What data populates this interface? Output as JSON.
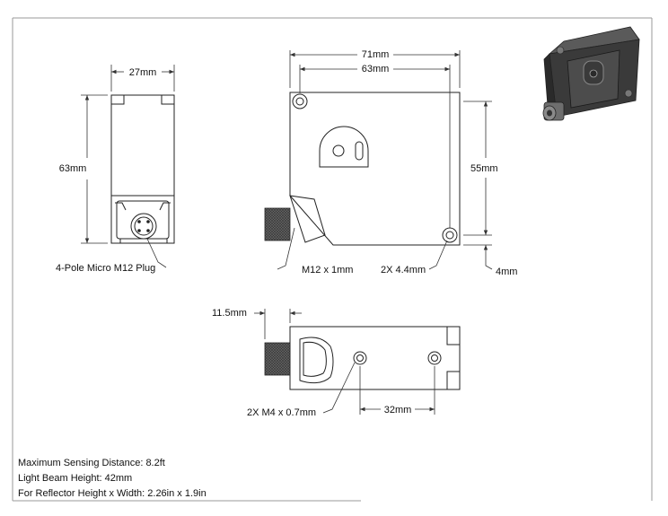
{
  "dimensions": {
    "side_width": "27mm",
    "side_height": "63mm",
    "front_total_width": "71mm",
    "front_inner_width": "63mm",
    "front_height": "55mm",
    "mount_hole_offset": "4mm",
    "mount_hole_dia": "2X 4.4mm",
    "connector_thread": "M12 x 1mm",
    "connector_protrusion": "11.5mm",
    "bottom_holes": "2X M4 x 0.7mm",
    "bottom_hole_spacing": "32mm"
  },
  "callouts": {
    "plug": "4-Pole Micro M12 Plug"
  },
  "notes": {
    "max_distance": "Maximum Sensing Distance: 8.2ft",
    "beam_height": "Light Beam Height: 42mm",
    "reflector_size": "For Reflector Height x Width: 2.26in x 1.9in"
  },
  "colors": {
    "line": "#222222",
    "dim_line": "#333333",
    "body_dark": "#3a3a3a",
    "body_face": "#4c4c4c",
    "connector": "#6e6e6e"
  }
}
